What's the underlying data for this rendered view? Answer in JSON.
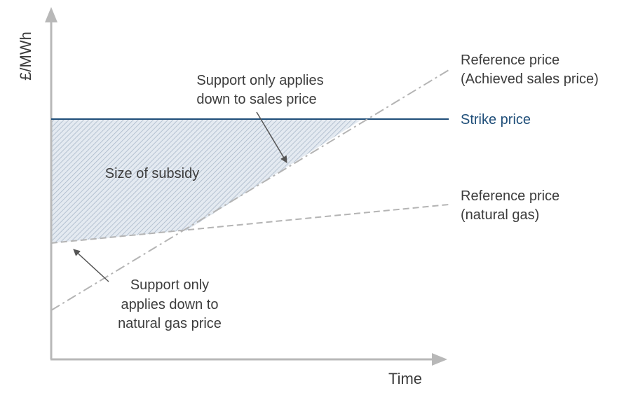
{
  "colors": {
    "axis": "#b8b8b8",
    "strike_line": "#1f4e79",
    "reference_line": "#b4b4b4",
    "text": "#3c3c3c",
    "strike_text": "#1f4e79",
    "hatch": "#a9b8c9",
    "arrow": "#555555"
  },
  "axes": {
    "y_label": "£/MWh",
    "x_label": "Time"
  },
  "lines": {
    "sales": {
      "line1": "Reference price",
      "line2": "(Achieved sales price)",
      "style": "dash-dot"
    },
    "strike": {
      "label": "Strike price",
      "style": "solid"
    },
    "gas": {
      "line1": "Reference price",
      "line2": "(natural gas)",
      "style": "dashed"
    }
  },
  "annotations": {
    "subsidy": "Size of subsidy",
    "sales_note": {
      "line1": "Support only applies",
      "line2": "down to sales price"
    },
    "gas_note": {
      "line1": "Support only",
      "line2": "applies down to",
      "line3": "natural gas price"
    }
  }
}
